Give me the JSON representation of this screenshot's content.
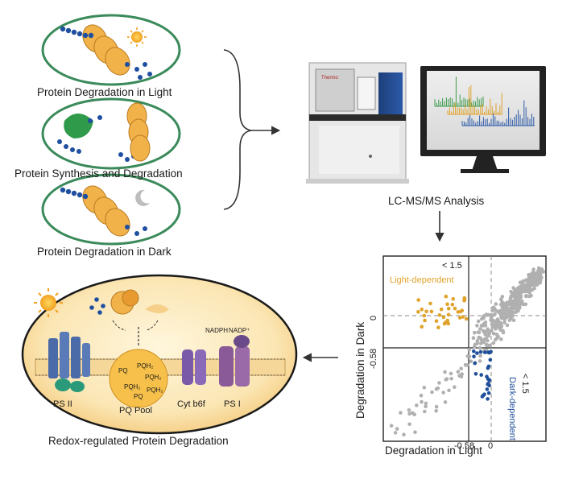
{
  "panels": {
    "light": "Protein Degradation in Light",
    "synthesis": "Protein Synthesis and Degradation",
    "dark": "Protein Degradation in Dark"
  },
  "instrument": {
    "brand": "Thermo",
    "caption": "LC-MS/MS Analysis"
  },
  "chloroplast": {
    "caption": "Redox-regulated Protein Degradation",
    "ps2": "PS II",
    "pq_pool": "PQ Pool",
    "cyt": "Cyt b6f",
    "ps1": "PS I",
    "nadph": "NADPH",
    "nadp": "NADP⁺",
    "pq": "PQ",
    "pqh2": "PQH₂"
  },
  "scatter": {
    "xlabel": "Degradation in Light",
    "ylabel": "Degradation in  Dark",
    "x_ticks": [
      "-0.58",
      "0"
    ],
    "y_ticks": [
      "0",
      "-0.58"
    ],
    "threshold_top": "< 1.5",
    "threshold_right": "< 1.5",
    "light_dependent": "Light-dependent",
    "dark_dependent": "Dark-dependent"
  },
  "colors": {
    "cell_border": "#3a8a5a",
    "protein_orange": "#f2b24a",
    "protein_dot": "#1f4fa0",
    "green_enzyme": "#2f9a4a",
    "chloroplast_fill": "#fbe6b4",
    "light_dependent": "#e0a32a",
    "dark_dependent": "#1f4f9a",
    "scatter_gray": "#b0b0b0"
  }
}
